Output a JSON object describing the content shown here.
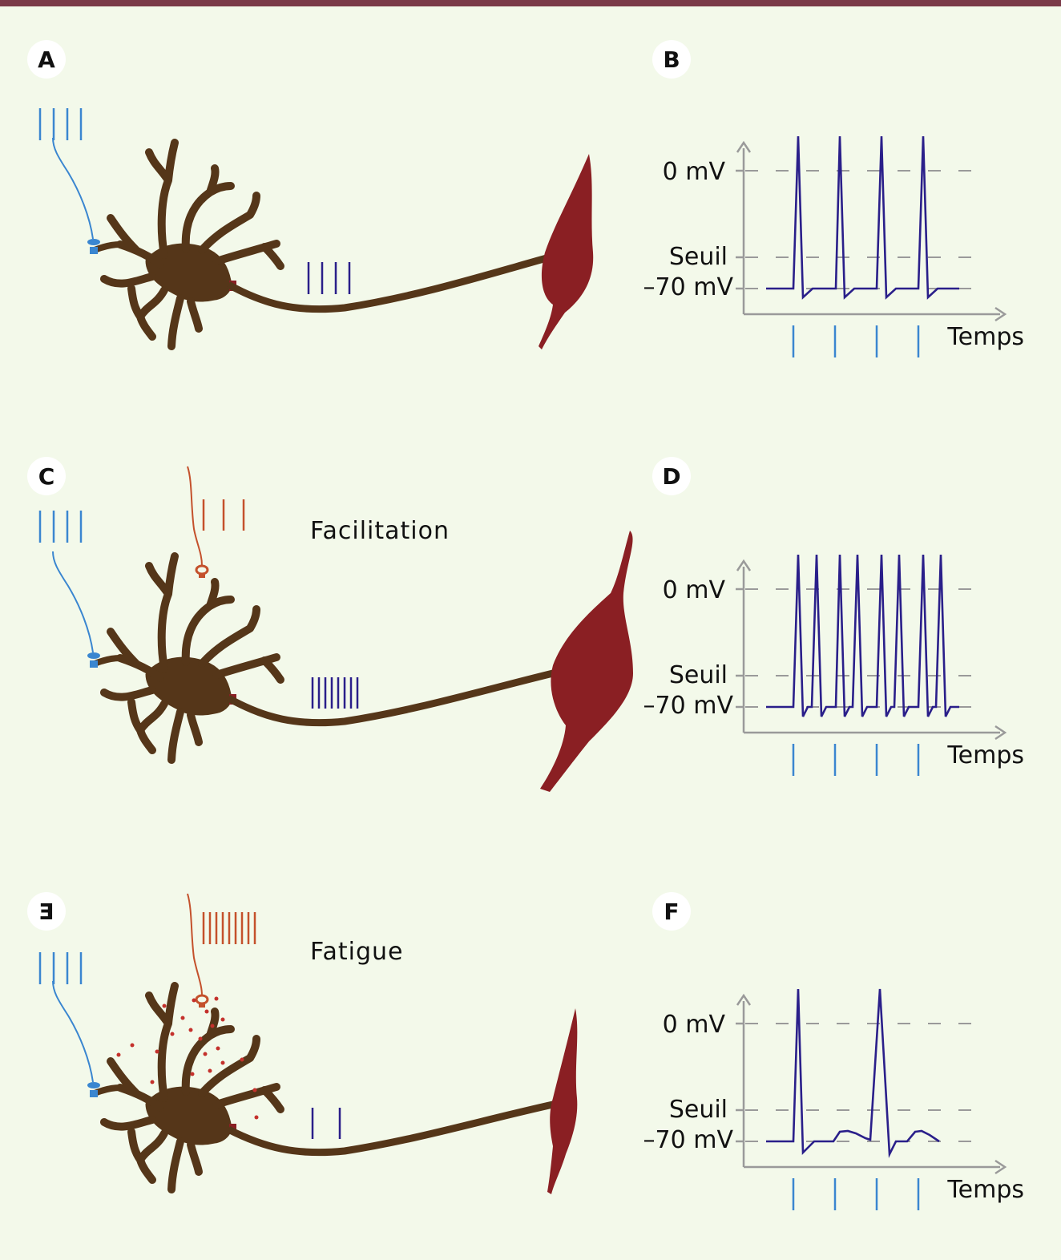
{
  "colors": {
    "background": "#f3f9ea",
    "top_band": "#7a3a48",
    "neuron": "#553619",
    "muscle": "#8a1f23",
    "axon_spikes": "#2a1f8a",
    "input_blue": "#3a86d0",
    "modulator_red": "#c4512c",
    "trace": "#2a1f8a"
  },
  "panels": [
    {
      "id": "A",
      "letter": "A",
      "annotation": "",
      "modulator_spikes": 0,
      "output_spikes": 4
    },
    {
      "id": "C",
      "letter": "C",
      "annotation": "Facilitation",
      "modulator_spikes": 3,
      "output_spikes": 8
    },
    {
      "id": "E",
      "letter": "E",
      "annotation": "Fatigue",
      "modulator_spikes": 9,
      "output_spikes": 2
    }
  ],
  "graphs": [
    {
      "id": "B",
      "letter": "B",
      "y_label_0": "0 mV",
      "y_label_threshold": "Seuil",
      "y_label_rest": "–70 mV",
      "x_label": "Temps"
    },
    {
      "id": "D",
      "letter": "D",
      "y_label_0": "0 mV",
      "y_label_threshold": "Seuil",
      "y_label_rest": "–70 mV",
      "x_label": "Temps"
    },
    {
      "id": "F",
      "letter": "F",
      "y_label_0": "0 mV",
      "y_label_threshold": "Seuil",
      "y_label_rest": "–70 mV",
      "x_label": "Temps"
    }
  ],
  "input_spikes": 4
}
